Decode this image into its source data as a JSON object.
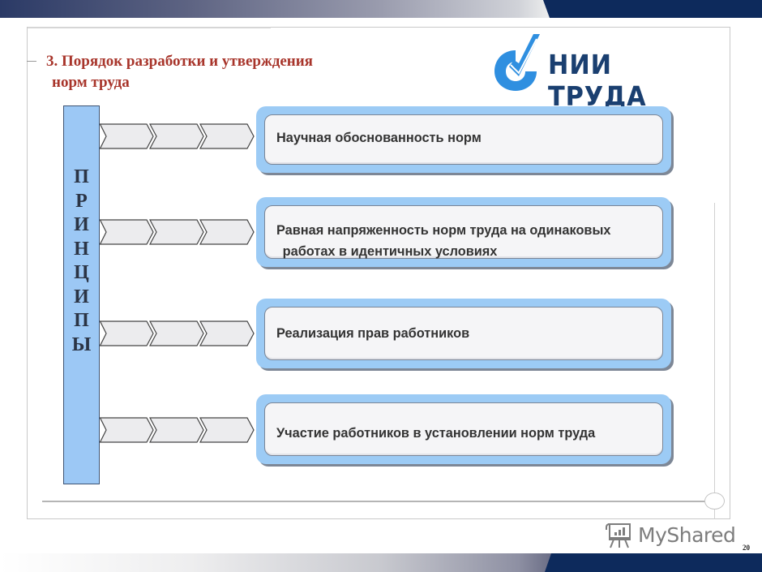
{
  "slide": {
    "title_line1": "3. Порядок разработки и утверждения",
    "title_line2": "норм труда",
    "page_number": "20"
  },
  "logo": {
    "text": "НИИ ТРУДА",
    "icon": "nii-truda-emblem-icon",
    "color": "#1a3f70",
    "accent": "#2f8fe0"
  },
  "principles": {
    "label_letters": [
      "П",
      "Р",
      "И",
      "Н",
      "Ц",
      "И",
      "П",
      "Ы"
    ],
    "label_word": "ПРИНЦИПЫ",
    "items": [
      {
        "line1": "Научная обоснованность норм",
        "line2": ""
      },
      {
        "line1": "Равная напряженность норм труда на одинаковых",
        "line2": "работах в идентичных условиях"
      },
      {
        "line1": "Реализация прав работников",
        "line2": ""
      },
      {
        "line1": "Участие работников в установлении норм труда",
        "line2": ""
      }
    ]
  },
  "watermark": {
    "text": "MyShared",
    "icon": "presentation-board-icon"
  },
  "colors": {
    "title": "#a8352b",
    "bar_fill": "#9cc8f5",
    "card_border": "#9ccbf5",
    "band_dark": "#0d2a5c"
  }
}
